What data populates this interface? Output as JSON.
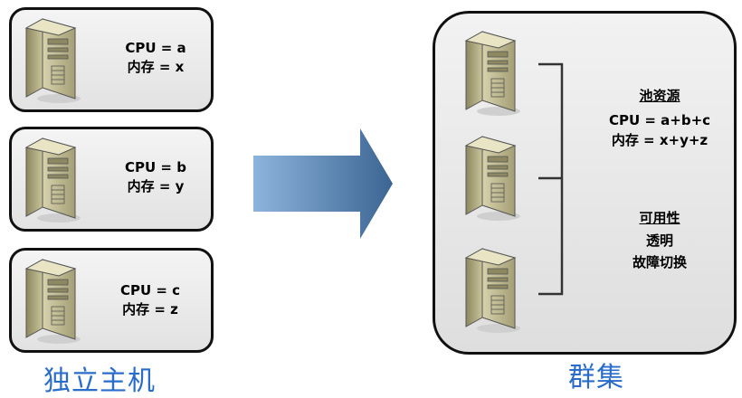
{
  "hosts": [
    {
      "cpu": "CPU = a",
      "mem": "内存 = x"
    },
    {
      "cpu": "CPU = b",
      "mem": "内存 = y"
    },
    {
      "cpu": "CPU = c",
      "mem": "内存 = z"
    }
  ],
  "left_caption": "独立主机",
  "right_caption": "群集",
  "cluster": {
    "pool_title": "池资源",
    "pool_cpu": "CPU = a+b+c",
    "pool_mem": "内存 = x+y+z",
    "avail_title": "可用性",
    "avail_line1": "透明",
    "avail_line2": "故障切换"
  },
  "colors": {
    "caption": "#2a6cc9",
    "arrow_start": "#7aa7d6",
    "arrow_end": "#3e6a99",
    "server_body": "#b9b48a"
  }
}
